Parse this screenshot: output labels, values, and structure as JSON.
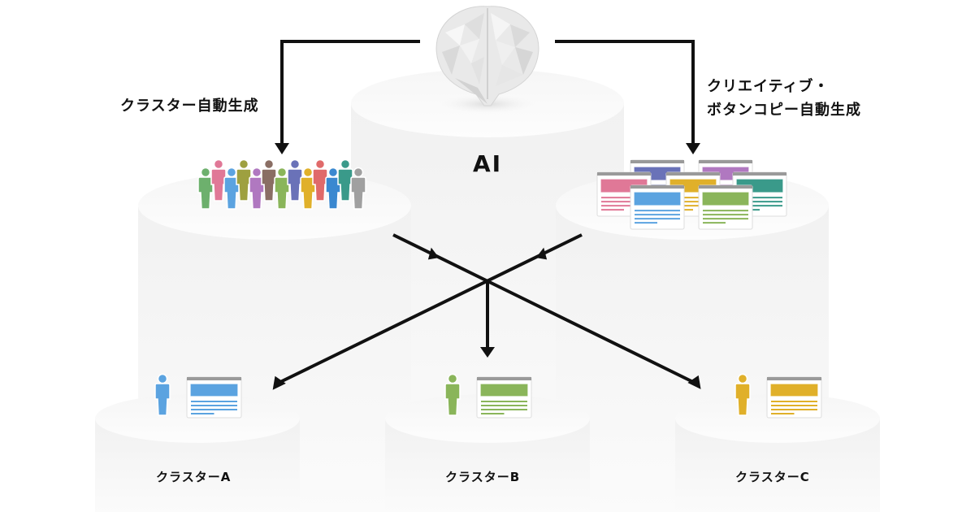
{
  "diagram": {
    "center_node": {
      "label": "AI",
      "icon": "brain-icon"
    },
    "left_node": {
      "label": "クラスター自動生成",
      "icon": "people-group-icon"
    },
    "right_node": {
      "label_line1": "クリエイティブ・",
      "label_line2": "ボタンコピー自動生成",
      "icon": "creative-cards-icon"
    },
    "clusters": [
      {
        "label": "クラスターA",
        "color": "#5ba3e0"
      },
      {
        "label": "クラスターB",
        "color": "#8ab55a"
      },
      {
        "label": "クラスターC",
        "color": "#e0b02a"
      }
    ],
    "people_colors": [
      "#6db06d",
      "#e07897",
      "#5ba3e0",
      "#9ea040",
      "#b078c0",
      "#8a6e64",
      "#8ab55a",
      "#6a72b8",
      "#e0b02a",
      "#e06a6a",
      "#3a88d0",
      "#3a9a8a",
      "#a0a0a0"
    ],
    "card_colors": [
      "#6a72b8",
      "#b078c0",
      "#e07897",
      "#e0b02a",
      "#3a9a8a",
      "#5ba3e0",
      "#8ab55a"
    ],
    "colors": {
      "arrow": "#111111",
      "pedestal_top": "#fafafa",
      "pedestal_side": "#f0f0f0"
    }
  }
}
